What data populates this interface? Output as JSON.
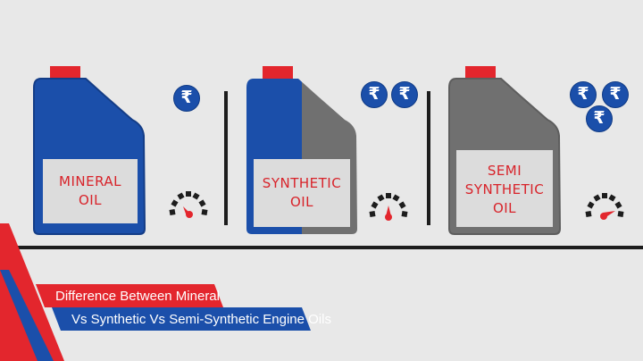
{
  "products": [
    {
      "label_lines": [
        "MINERAL",
        "OIL"
      ],
      "price_icons": [
        "rupee-icon"
      ]
    },
    {
      "label_lines": [
        "SYNTHETIC",
        "OIL"
      ],
      "price_icons": [
        "rupee-icon",
        "rupee-icon"
      ]
    },
    {
      "label_lines": [
        "SEMI",
        "SYNTHETIC",
        "OIL"
      ],
      "price_icons": [
        "rupee-icon",
        "rupee-icon",
        "rupee-icon"
      ]
    }
  ],
  "coin_symbol": "₹",
  "title": {
    "line1": "Difference Between Mineral",
    "line2": "Vs Synthetic Vs Semi-Synthetic Engine Oils"
  },
  "colors": {
    "background": "#e8e8e8",
    "blue": "#1b4faa",
    "grey": "#707070",
    "cap_red": "#e3262d",
    "label_fill": "#dcdcdc",
    "label_text": "#d8232a",
    "banner_red": "#e3262d",
    "banner_blue": "#1b4faa"
  }
}
